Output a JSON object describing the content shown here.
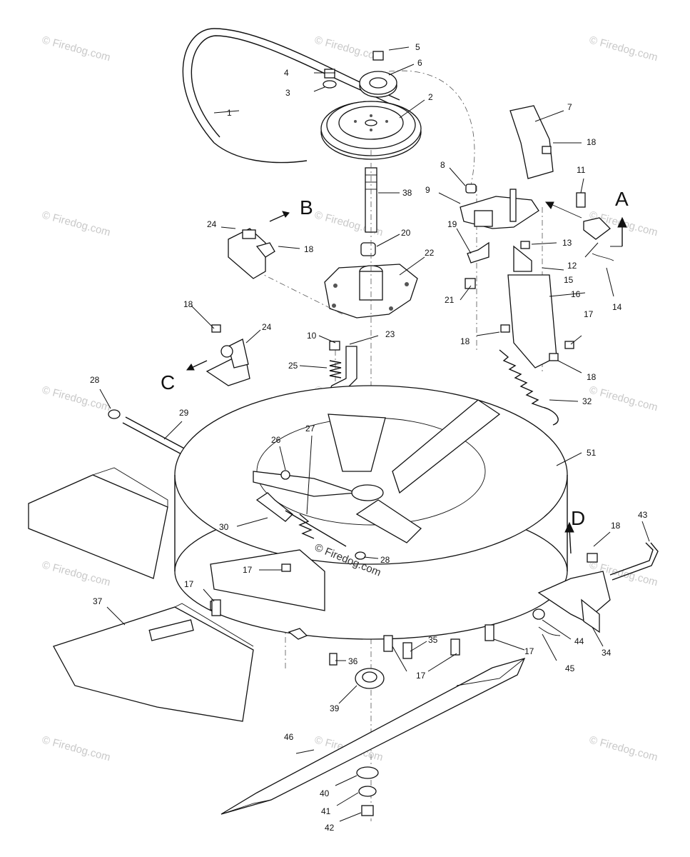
{
  "callouts": {
    "c1": "1",
    "c2": "2",
    "c3": "3",
    "c4": "4",
    "c5": "5",
    "c6": "6",
    "c7": "7",
    "c8": "8",
    "c9": "9",
    "c10": "10",
    "c11": "11",
    "c12": "12",
    "c13": "13",
    "c14": "14",
    "c15": "15",
    "c16": "16",
    "c17a": "17",
    "c17b": "17",
    "c17c": "17",
    "c17d": "17",
    "c17e": "17",
    "c18a": "18",
    "c18b": "18",
    "c18c": "18",
    "c18d": "18",
    "c18e": "18",
    "c18f": "18",
    "c19": "19",
    "c20": "20",
    "c21": "21",
    "c22": "22",
    "c23": "23",
    "c24a": "24",
    "c24b": "24",
    "c25": "25",
    "c26": "26",
    "c27": "27",
    "c28a": "28",
    "c28b": "28",
    "c29": "29",
    "c30": "30",
    "c32": "32",
    "c34": "34",
    "c35": "35",
    "c36": "36",
    "c37": "37",
    "c38": "38",
    "c39": "39",
    "c40": "40",
    "c41": "41",
    "c42": "42",
    "c43": "43",
    "c44": "44",
    "c45": "45",
    "c46": "46",
    "c51": "51"
  },
  "view_labels": {
    "a": "A",
    "b": "B",
    "c": "C",
    "d": "D"
  },
  "watermark": {
    "text": "© Firedog.com",
    "center_text": "© Firedog.com",
    "color": "#c9c9c9"
  }
}
